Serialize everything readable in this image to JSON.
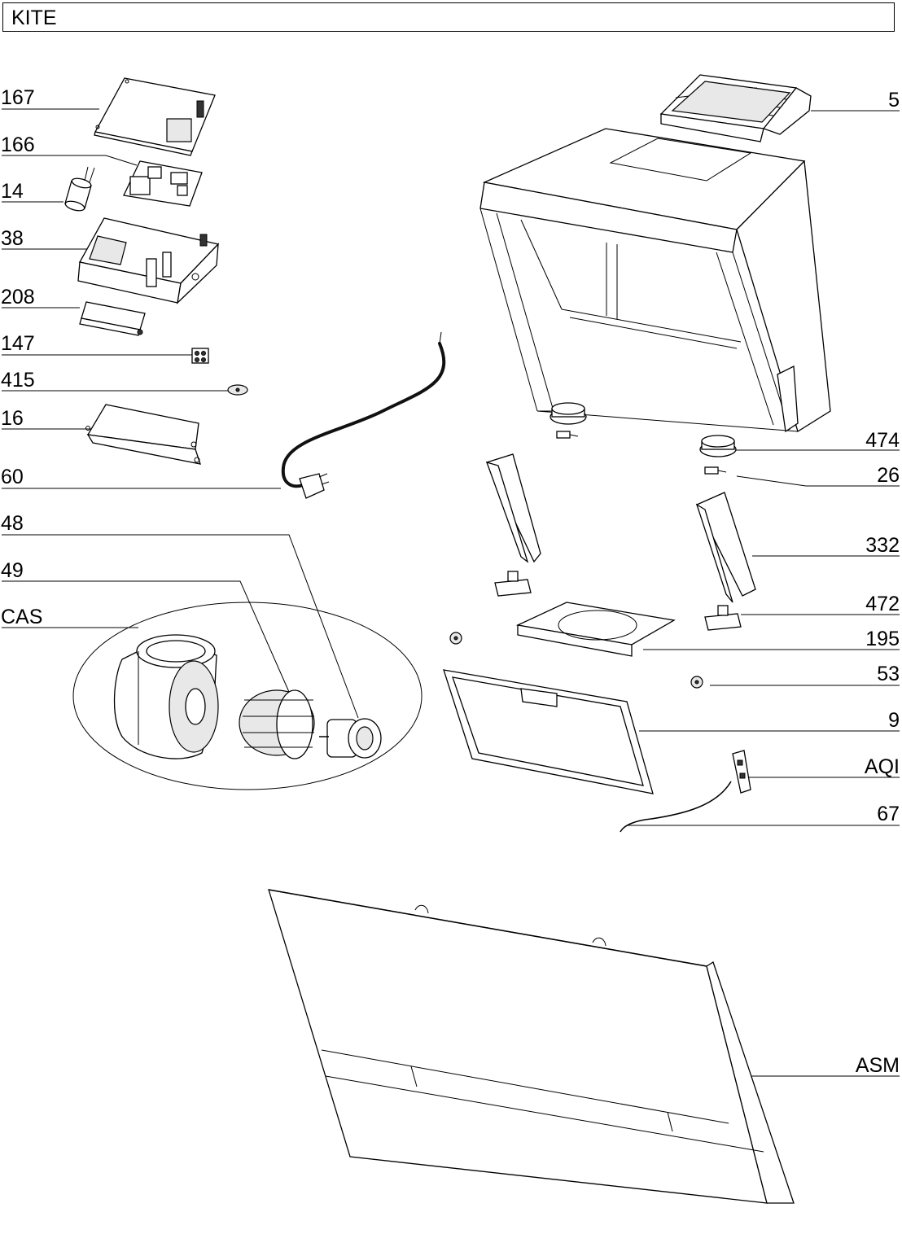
{
  "title": "KITE",
  "left_labels": {
    "l167": "167",
    "l166": "166",
    "l14": "14",
    "l38": "38",
    "l208": "208",
    "l147": "147",
    "l415": "415",
    "l16": "16",
    "l60": "60",
    "l48": "48",
    "l49": "49",
    "lcas": "CAS"
  },
  "right_labels": {
    "r5": "5",
    "r474": "474",
    "r26": "26",
    "r332": "332",
    "r472": "472",
    "r195": "195",
    "r53": "53",
    "r9": "9",
    "raqi": "AQI",
    "r67": "67",
    "rasm": "ASM"
  }
}
